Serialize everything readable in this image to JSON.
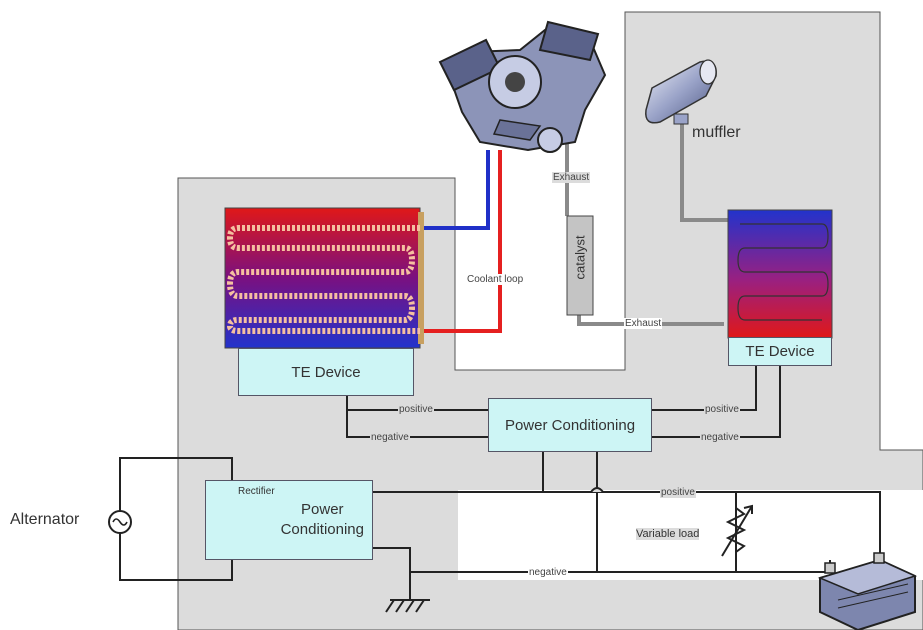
{
  "diagram": {
    "components": {
      "te_device_left": "TE Device",
      "te_device_right": "TE Device",
      "power_conditioning_center": "Power Conditioning",
      "power_conditioning_left": "Power\nConditioning",
      "catalyst": "catalyst",
      "muffler": "muffler",
      "alternator": "Alternator",
      "rectifier": "Rectifier",
      "variable_load": "Variable load"
    },
    "wire_labels": {
      "exhaust_top": "Exhaust",
      "exhaust_bottom": "Exhaust",
      "coolant_loop": "Coolant loop",
      "positive_left": "positive",
      "negative_left": "negative",
      "positive_right": "positive",
      "negative_right": "negative",
      "positive_bus": "positive",
      "negative_bus": "negative"
    },
    "colors": {
      "background_panel": "#dcdcdc",
      "te_box": "#cdf5f5",
      "coolant_hot": "#e52020",
      "coolant_cold": "#2030c8",
      "exhaust_pipe": "#8a8a8a",
      "wire": "#222222"
    },
    "icons": [
      "engine-icon",
      "muffler-icon",
      "battery-icon",
      "ground-icon",
      "ac-source-icon",
      "diode-bridge-icon",
      "variable-resistor-icon"
    ]
  }
}
